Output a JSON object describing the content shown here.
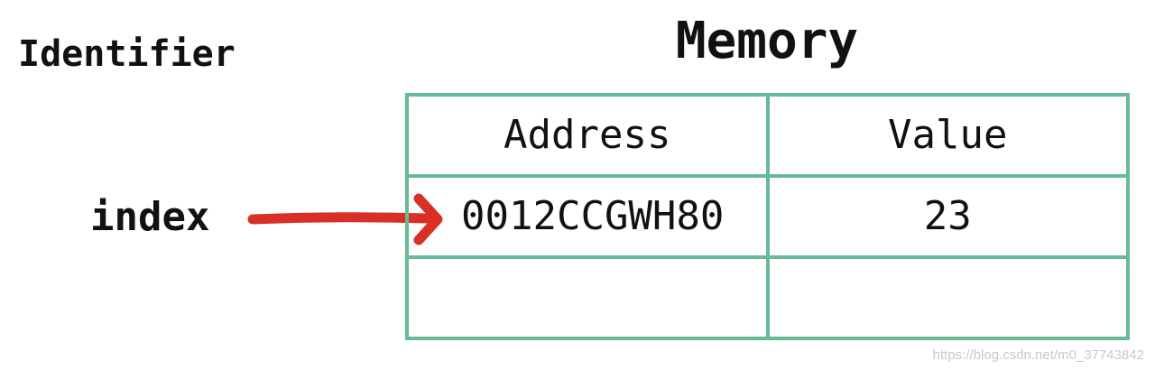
{
  "headings": {
    "identifier": "Identifier",
    "memory": "Memory"
  },
  "identifier": {
    "name": "index"
  },
  "table": {
    "headers": [
      "Address",
      "Value"
    ],
    "rows": [
      [
        "0012CCGWH80",
        "23"
      ],
      [
        "",
        ""
      ]
    ]
  },
  "watermark": "https://blog.csdn.net/m0_37743842",
  "colors": {
    "table_border": "#66bb94",
    "arrow": "#d93025"
  }
}
